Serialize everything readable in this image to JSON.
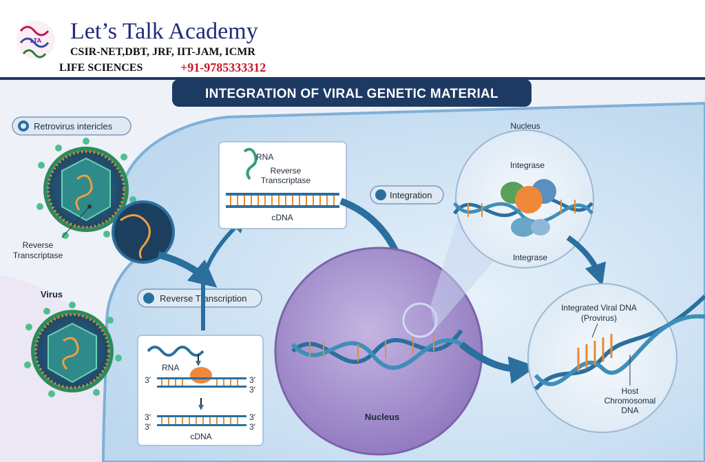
{
  "brand": {
    "name": "Let’s Talk Academy",
    "subtitle": "CSIR-NET,DBT, JRF, IIT-JAM, ICMR",
    "line2": "LIFE SCIENCES",
    "phone": "+91-9785333312",
    "logo_text": "LTA"
  },
  "diagram": {
    "title": "INTEGRATION OF VIRAL GENETIC MATERIAL",
    "retrovirus_pill": "Retrovirus intericles",
    "reverse_transcriptase_line1": "Reverse",
    "reverse_transcriptase_line2": "Transcriptase",
    "virus_label": "Virus",
    "reverse_transcription_pill": "Reverse Transcription",
    "box_top": {
      "rna": "RNA",
      "enzyme_line1": "Reverse",
      "enzyme_line2": "Transcriptase",
      "cdna": "cDNA"
    },
    "box_bottom": {
      "rna": "RNA",
      "prime": "3′",
      "cdna": "cDNA"
    },
    "integration_pill": "Integration",
    "nucleus_label": "Nucleus",
    "nucleus_top_label": "Nucleus",
    "integrase_top": "Integrase",
    "integrase_bottom": "Integrase",
    "provirus_line1": "Integrated Viral DNA",
    "provirus_line2": "(Provirus)",
    "host_line1": "Host",
    "host_line2": "Chromosomal",
    "host_line3": "DNA"
  },
  "colors": {
    "brand_blue": "#1f2b7a",
    "phone_red": "#c7162b",
    "title_bar": "#1d3a63",
    "cell": "#cfe3f4",
    "nucleus": "#9b85c6",
    "dna_strand": "#2a6f9e",
    "dna_rung": "#e88a2e",
    "enzyme": "#f0883a",
    "arrow": "#2a6f9e"
  }
}
